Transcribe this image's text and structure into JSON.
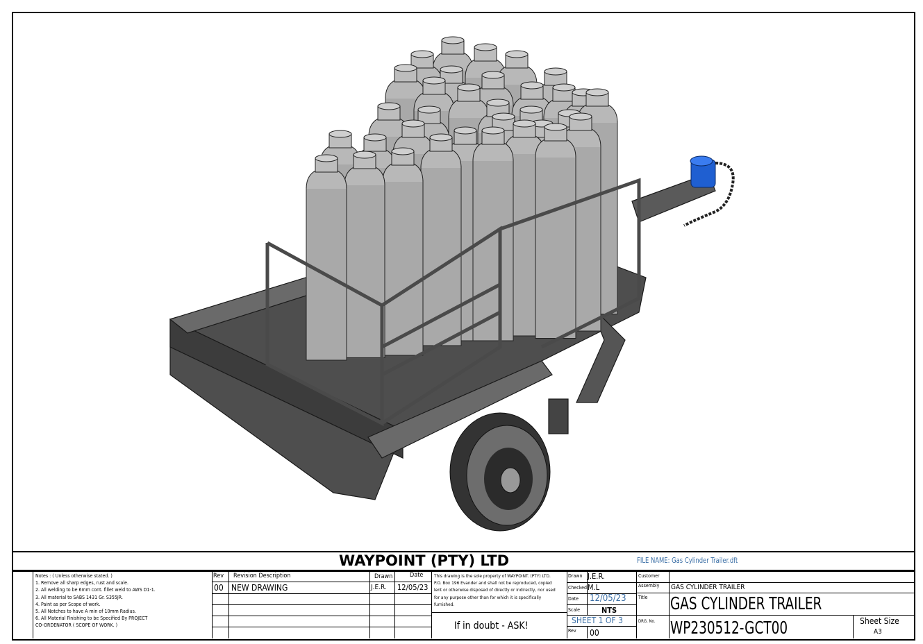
{
  "company": "WAYPOINT (PTY) LTD",
  "file_name": "FILE NAME: Gas Cylinder Trailer.dft",
  "notes": [
    "Notes : ( Unless otherwise stated. )",
    "1. Remove all sharp edges, rust and scale.",
    "2. All welding to be 6mm cont. fillet weld to AWS D1-1.",
    "3. All material to SABS 1431 Gr. S355JR.",
    "4. Paint as per Scope of work.",
    "5. All Notches to have A min of 10mm Radius.",
    "6. All Material Finishing to be Specified By PROJECT",
    " CO-ORDENATOR ( SCOPE OF WORK. )"
  ],
  "revision_table": {
    "headers": {
      "rev": "Rev",
      "description": "Revision Description",
      "drawn": "Drawn",
      "date": "Date"
    },
    "rows": [
      {
        "rev": "00",
        "description": "NEW DRAWING",
        "drawn": "J.E.R.",
        "date": "12/05/23"
      }
    ]
  },
  "property_notice": [
    "This drawing is the sole property of WAYPOINT. (PTY) LTD.",
    "P.O. Box 196 Evander and shall not be reproduced, copied",
    "lent or otherwise disposed of directly or indirectly, nor used",
    "for any purpose other than for which it is specifically",
    "furnished."
  ],
  "if_in_doubt": "If in doubt - ASK!",
  "block": {
    "drawn_label": "Drawn",
    "drawn": "J.E.R.",
    "checked_label": "Checked",
    "checked": "M.L",
    "date_label": "Date",
    "date": "12/05/23",
    "scale_label": "Scale",
    "scale": "NTS",
    "sheet": "SHEET 1 OF 3",
    "rev_label": "Rev",
    "rev": "00",
    "customer_label": "Customer",
    "customer": "",
    "assembly_label": "Assembly",
    "assembly": "GAS CYLINDER TRAILER",
    "title_label": "Title",
    "title": "GAS CYLINDER TRAILER",
    "dwg_label": "DRG. No.",
    "dwg_no": "WP230512-GCT00",
    "sheet_size_label": "Sheet Size",
    "sheet_size": "A3"
  }
}
